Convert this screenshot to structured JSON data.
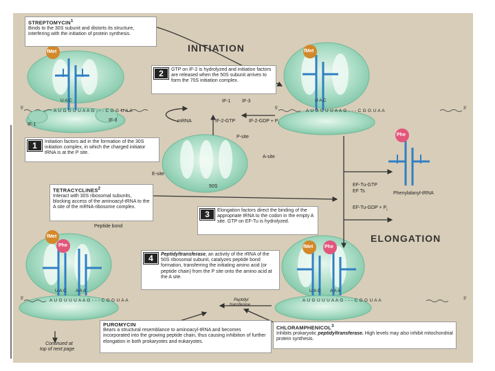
{
  "headings": {
    "initiation": "INITIATION",
    "elongation": "ELONGATION"
  },
  "streptomycin": {
    "title": "STREPTOMYCIN",
    "sup": "1",
    "text": "Binds to the 30S subunit and distorts its structure, interfering with the initiation of protein synthesis."
  },
  "tetracyclines": {
    "title": "TETRACYCLINES",
    "sup": "2",
    "text": "Interact with 30S ribosomal subunits, blocking access of the aminoacyl-tRNA to the A site of the mRNA-ribosome complex."
  },
  "puromycin": {
    "title": "PUROMYCIN",
    "text": "Bears a structural resemblance to aminoacyl-tRNA and becomes incorporated into the growing peptide chain, thus causing inhibition of further elongation in both prokaryotes and eukaryotes."
  },
  "chloramphenicol": {
    "title": "CHLORAMPHENICOL",
    "sup": "3",
    "text_pre": "Inhibits prokaryotic ",
    "text_em": "peptidyltransferase.",
    "text_post": " High levels may also inhibit mitochondrial protein synthesis."
  },
  "steps": {
    "s1": {
      "num": "1",
      "text": "Initiation factors aid in the formation of the 30S initiation complex, in which the charged initiator tRNA is at the P site."
    },
    "s2": {
      "num": "2",
      "text": "GTP on IF-2 is hydrolyzed and initiation factors are released when the 50S subunit arrives to form the 70S initiation complex."
    },
    "s3": {
      "num": "3",
      "text": "Elongation factors direct the binding of the appropriate tRNA to the codon in the empty A site. GTP on EF-Tu is hydrolyzed."
    },
    "s4": {
      "num": "4",
      "em": "Peptidyltransferase",
      "text": ", an activity of the rRNA of the 50S ribosomal subunit, catalyzes peptide bond formation, transferring the initiating amino acid (or peptide chain) from the P site onto the amino acid at the A site."
    }
  },
  "labels": {
    "fmet": "fMet",
    "phe": "Phe",
    "if1": "IF-1",
    "if3": "IF-3",
    "mrna": "mRNA",
    "if1_top": "IF-1",
    "if3_top": "IF-3",
    "if2gtp": "IF-2-GTP",
    "if2gdp": "IF-2-GDP + P",
    "if2gdp_sub": "i",
    "psite": "P-site",
    "asite": "A-site",
    "esite": "E-site",
    "s50": "50S",
    "eftugtp": "EF-Tu-GTP",
    "efts": "EF Ts",
    "pheTRNA": "Phenylalanyl-tRNA",
    "eftugdp": "EF-Tu-GDP + P",
    "eftugdp_sub": "i",
    "peptide_bond": "Peptide bond",
    "peptidyl_1": "Peptidyl",
    "peptidyl_2": "transferase",
    "continued_1": "Continued at",
    "continued_2": "top of next page",
    "prime5": "5'",
    "prime3": "3'",
    "mrna_seq_left": "A U G U U U A A G - - - C G G U A A",
    "mrna_seq_right": "A U G U U U A A G - - - C G G U A A",
    "mrna_seq_bl": "A U G U U U A A G - - - C G G U A A",
    "mrna_seq_br": "A U G U U U A A G - - - C G G U A A",
    "anticodon_uac": "U A C",
    "anticodon_aaa": "A A A"
  },
  "colors": {
    "panel": "#d8cdb8",
    "ribosome": "#a8dcc4",
    "ribosome_edge": "#6fb89a",
    "trna": "#2f7fc3",
    "fmet": "#d3882a",
    "phe": "#e2567c"
  }
}
